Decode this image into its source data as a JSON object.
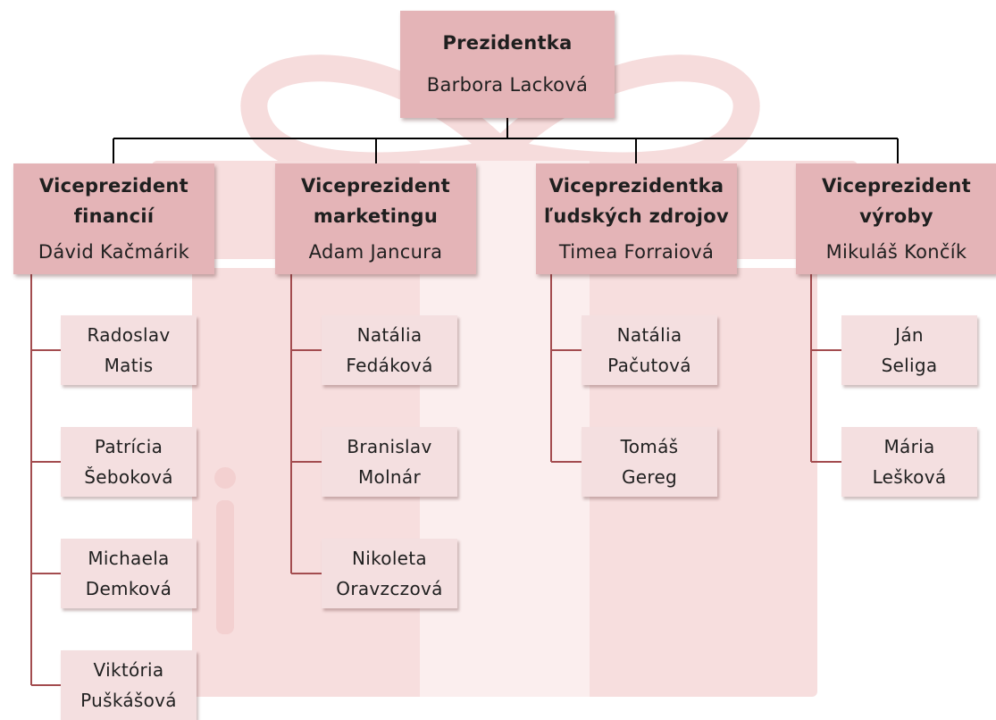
{
  "root": {
    "title": "Prezidentka",
    "name": "Barbora Lacková"
  },
  "vps": [
    {
      "title_line1": "Viceprezident",
      "title_line2": "financií",
      "name": "Dávid Kačmárik",
      "subs": [
        [
          "Radoslav",
          "Matis"
        ],
        [
          "Patrícia",
          "Šeboková"
        ],
        [
          "Michaela",
          "Demková"
        ],
        [
          "Viktória",
          "Puškášová"
        ]
      ]
    },
    {
      "title_line1": "Viceprezident",
      "title_line2": "marketingu",
      "name": "Adam Jancura",
      "subs": [
        [
          "Natália",
          "Fedáková"
        ],
        [
          "Branislav",
          "Molnár"
        ],
        [
          "Nikoleta",
          "Oravzczová"
        ]
      ]
    },
    {
      "title_line1": "Viceprezidentka",
      "title_line2": "ľudských zdrojov",
      "name": "Timea Forraiová",
      "subs": [
        [
          "Natália",
          "Pačutová"
        ],
        [
          "Tomáš",
          "Gereg"
        ]
      ]
    },
    {
      "title_line1": "Viceprezident",
      "title_line2": "výroby",
      "name": "Mikuláš Končík",
      "subs": [
        [
          "Ján",
          "Seliga"
        ],
        [
          "Mária",
          "Lešková"
        ]
      ]
    }
  ],
  "colors": {
    "vp_fill": "#e4b4b7",
    "sub_fill": "#f4dfe0",
    "top_connector": "#000000",
    "branch_connector": "#a34c4f",
    "watermark": "#f2d3d3"
  },
  "watermark_icon": "gift-icon"
}
